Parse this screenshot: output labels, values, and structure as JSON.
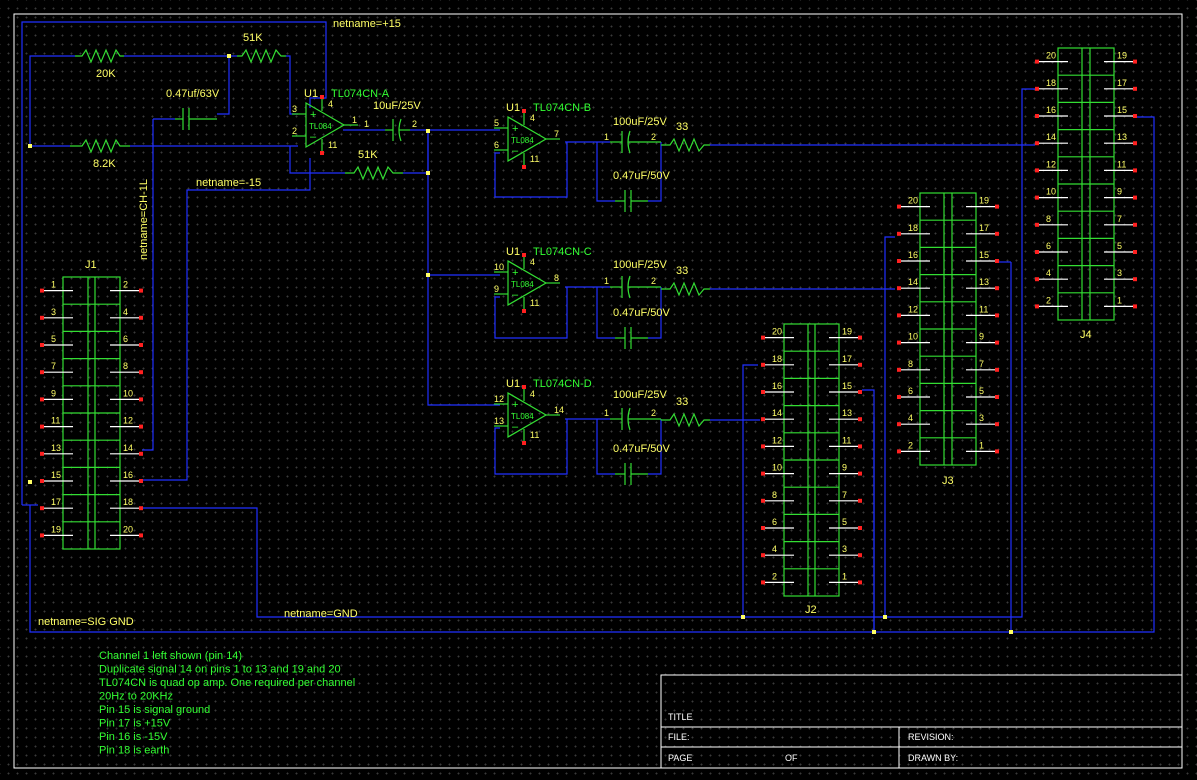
{
  "nets": {
    "p15": "netname=+15",
    "m15": "netname=-15",
    "ch1": "netname=CH-1L",
    "sig_gnd": "netname=SIG GND",
    "gnd": "netname=GND"
  },
  "resistors": {
    "r20k": "20K",
    "r51k_top": "51K",
    "r8k2": "8.2K",
    "r51k_fb": "51K",
    "r33_b": "33",
    "r33_c": "33",
    "r33_d": "33"
  },
  "capacitors": {
    "c047_63": "0.47uf/63V",
    "c10u": "10uF/25V",
    "c100u_b": "100uF/25V",
    "c047_b": "0.47uF/50V",
    "c100u_c": "100uF/25V",
    "c047_c": "0.47uF/50V",
    "c100u_d": "100uF/25V",
    "c047_d": "0.47uF/50V"
  },
  "opamps": [
    {
      "ref": "U1",
      "part": "TL074CN-A",
      "chip": "TL084",
      "in_plus": "3",
      "in_minus": "2",
      "out": "1",
      "vp": "4",
      "vn": "11"
    },
    {
      "ref": "U1",
      "part": "TL074CN-B",
      "chip": "TL084",
      "in_plus": "5",
      "in_minus": "6",
      "out": "7",
      "vp": "4",
      "vn": "11"
    },
    {
      "ref": "U1",
      "part": "TL074CN-C",
      "chip": "TL084",
      "in_plus": "10",
      "in_minus": "9",
      "out": "8",
      "vp": "4",
      "vn": "11"
    },
    {
      "ref": "U1",
      "part": "TL074CN-D",
      "chip": "TL084",
      "in_plus": "12",
      "in_minus": "13",
      "out": "14",
      "vp": "4",
      "vn": "11"
    }
  ],
  "cap_pins": {
    "p1": "1",
    "p2": "2"
  },
  "connectors": {
    "J1": {
      "label": "J1",
      "left": [
        "1",
        "3",
        "5",
        "7",
        "9",
        "11",
        "13",
        "15",
        "17",
        "19"
      ],
      "right": [
        "2",
        "4",
        "6",
        "8",
        "10",
        "12",
        "14",
        "16",
        "18",
        "20"
      ]
    },
    "J2": {
      "label": "J2",
      "left": [
        "20",
        "18",
        "16",
        "14",
        "12",
        "10",
        "8",
        "6",
        "4",
        "2"
      ],
      "right": [
        "19",
        "17",
        "15",
        "13",
        "11",
        "9",
        "7",
        "5",
        "3",
        "1"
      ]
    },
    "J3": {
      "label": "J3",
      "left": [
        "20",
        "18",
        "16",
        "14",
        "12",
        "10",
        "8",
        "6",
        "4",
        "2"
      ],
      "right": [
        "19",
        "17",
        "15",
        "13",
        "11",
        "9",
        "7",
        "5",
        "3",
        "1"
      ]
    },
    "J4": {
      "label": "J4",
      "left": [
        "20",
        "18",
        "16",
        "14",
        "12",
        "10",
        "8",
        "6",
        "4",
        "2"
      ],
      "right": [
        "19",
        "17",
        "15",
        "13",
        "11",
        "9",
        "7",
        "5",
        "3",
        "1"
      ]
    }
  },
  "notes": [
    "Channel 1 left shown (pin 14)",
    "Duplicate signal 14 on pins 1 to 13 and 19 and 20",
    "TL074CN is quad op amp. One required per channel",
    "20Hz to 20KHz",
    "Pin 15 is signal ground",
    "Pin 17 is +15V",
    "Pin 16 is -15V",
    "Pin 18 is earth"
  ],
  "title_block": {
    "title": "TITLE",
    "file": "FILE:",
    "revision": "REVISION:",
    "page": "PAGE",
    "of": "OF",
    "drawn_by": "DRAWN BY:"
  },
  "colors": {
    "background": "#000000",
    "wire": "#2030ff",
    "component": "#33dd33",
    "label": "#ffff66",
    "part_label": "#33ff33",
    "pin_end": "#ff2020"
  }
}
